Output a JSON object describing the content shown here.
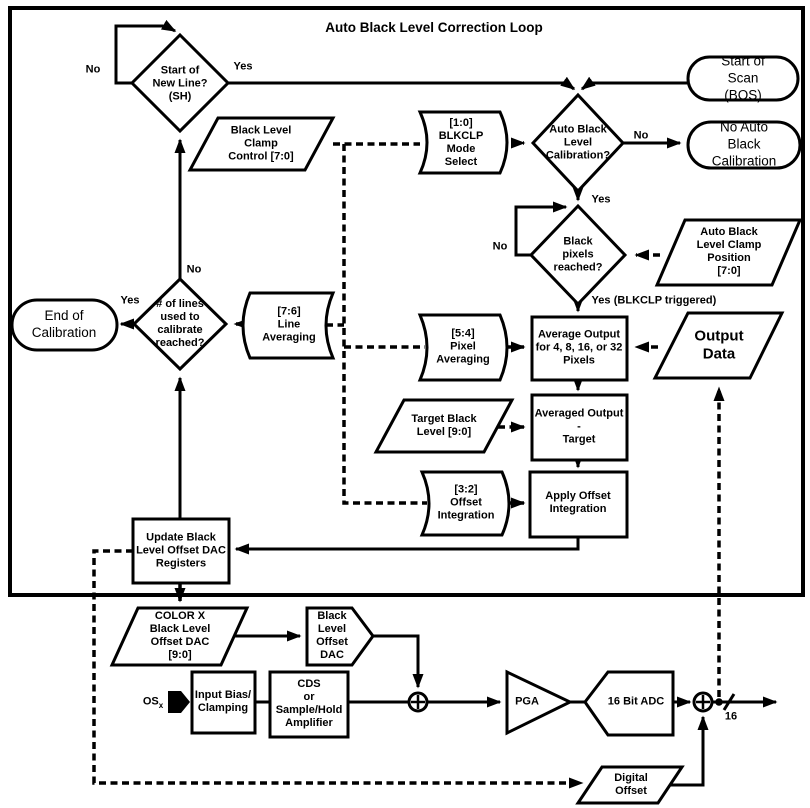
{
  "title": "Auto Black Level Correction Loop",
  "colors": {
    "ink": "#000000",
    "background": "#ffffff"
  },
  "loop": {
    "start_new_line": "Start of\nNew Line?\n(SH)",
    "start_of_scan": "Start of Scan\n(BOS)",
    "clamp_control": "Black Level\nClamp\nControl [7:0]",
    "blkclp_mode": "[1:0]\nBLKCLP\nMode\nSelect",
    "auto_black_cal": "Auto Black\nLevel\nCalibration?",
    "no_auto_black": "No Auto Black\nCalibration",
    "black_pixels": "Black\npixels\nreached?",
    "clamp_position": "Auto Black\nLevel Clamp\nPosition\n[7:0]",
    "pixel_averaging": "[5:4]\nPixel\nAveraging",
    "average_output": "Average Output\nfor 4, 8, 16, or 32\nPixels",
    "output_data": "Output\nData",
    "line_averaging": "[7:6]\nLine\nAveraging",
    "lines_reached": "# of lines\nused to\ncalibrate\nreached?",
    "end_calibration": "End of\nCalibration",
    "target_black_level": "Target Black\nLevel [9:0]",
    "averaged_minus_target": "Averaged Output\n-\nTarget",
    "offset_integration": "[3:2]\nOffset\nIntegration",
    "apply_offset": "Apply Offset\nIntegration",
    "update_dac": "Update Black\nLevel Offset DAC\nRegisters"
  },
  "analog": {
    "color_x_dac": "COLOR X\nBlack Level\nOffset DAC\n[9:0]",
    "black_level_offset_dac": "Black\nLevel\nOffset\nDAC",
    "os_input": "OS",
    "os_input_sub": "x",
    "input_bias": "Input Bias/\nClamping",
    "cds": "CDS\nor\nSample/Hold\nAmplifier",
    "pga": "PGA",
    "adc": "16 Bit ADC",
    "digital_offset": "Digital\nOffset",
    "bus_width": "16"
  },
  "edge_labels": {
    "snl_no": "No",
    "snl_yes": "Yes",
    "cal_no": "No",
    "cal_yes": "Yes",
    "pixels_no": "No",
    "pixels_yes": "Yes",
    "blkclp_triggered": "(BLKCLP triggered)",
    "lines_no": "No",
    "lines_yes": "Yes"
  }
}
